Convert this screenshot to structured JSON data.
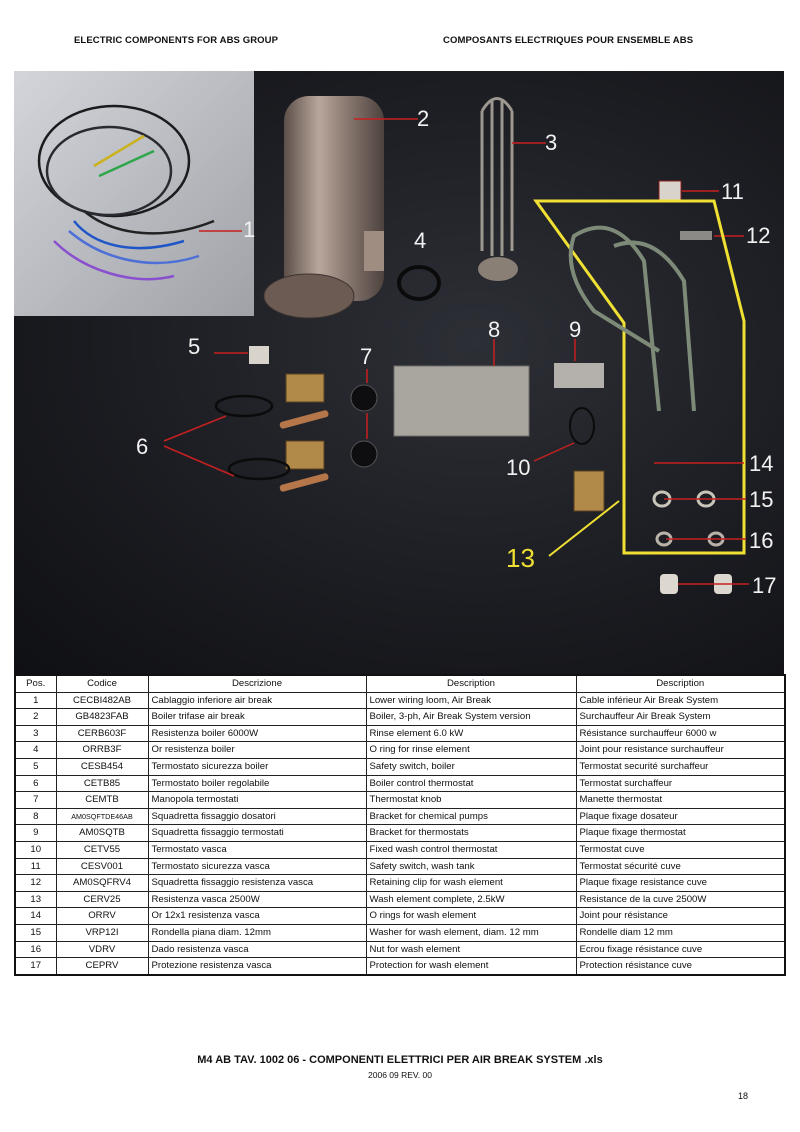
{
  "header": {
    "left": "ELECTRIC COMPONENTS FOR ABS GROUP",
    "right": "COMPOSANTS ELECTRIQUES POUR ENSEMBLE  ABS"
  },
  "callouts": [
    "1",
    "2",
    "3",
    "4",
    "5",
    "6",
    "7",
    "8",
    "9",
    "10",
    "11",
    "12",
    "13",
    "14",
    "15",
    "16",
    "17"
  ],
  "table": {
    "headers": [
      "Pos.",
      "Codice",
      "Descrizione",
      "Description",
      "Description"
    ],
    "rows": [
      {
        "pos": "1",
        "code": "CECBI482AB",
        "it": "Cablaggio inferiore air break",
        "en": "Lower wiring loom, Air Break",
        "fr": "Cable inférieur Air Break System"
      },
      {
        "pos": "2",
        "code": "GB4823FAB",
        "it": "Boiler trifase air break",
        "en": "Boiler, 3-ph, Air Break System version",
        "fr": "Surchauffeur Air Break System"
      },
      {
        "pos": "3",
        "code": "CERB603F",
        "it": "Resistenza boiler 6000W",
        "en": "Rinse element 6.0 kW",
        "fr": "Résistance surchauffeur 6000 w"
      },
      {
        "pos": "4",
        "code": "ORRB3F",
        "it": "Or resistenza boiler",
        "en": "O ring for rinse element",
        "fr": "Joint pour resistance surchauffeur"
      },
      {
        "pos": "5",
        "code": "CESB454",
        "it": "Termostato sicurezza boiler",
        "en": "Safety switch, boiler",
        "fr": "Termostat securité surchaffeur"
      },
      {
        "pos": "6",
        "code": "CETB85",
        "it": "Termostato boiler regolabile",
        "en": "Boiler control thermostat",
        "fr": "Termostat surchaffeur"
      },
      {
        "pos": "7",
        "code": "CEMTB",
        "it": "Manopola termostati",
        "en": "Thermostat knob",
        "fr": "Manette thermostat"
      },
      {
        "pos": "8",
        "code": "AM0SQFTDE46AB",
        "it": "Squadretta fissaggio dosatori",
        "en": "Bracket for chemical pumps",
        "fr": "Plaque fixage dosateur"
      },
      {
        "pos": "9",
        "code": "AM0SQTB",
        "it": "Squadretta fissaggio termostati",
        "en": "Bracket for thermostats",
        "fr": "Plaque fixage thermostat"
      },
      {
        "pos": "10",
        "code": "CETV55",
        "it": "Termostato vasca",
        "en": "Fixed wash control thermostat",
        "fr": "Termostat cuve"
      },
      {
        "pos": "11",
        "code": "CESV001",
        "it": "Termostato sicurezza vasca",
        "en": "Safety switch, wash tank",
        "fr": "Termostat sécurité cuve"
      },
      {
        "pos": "12",
        "code": "AM0SQFRV4",
        "it": "Squadretta fissaggio resistenza vasca",
        "en": "Retaining clip for wash element",
        "fr": "Plaque fixage resistance cuve"
      },
      {
        "pos": "13",
        "code": "CERV25",
        "it": "Resistenza vasca 2500W",
        "en": "Wash element complete, 2.5kW",
        "fr": "Resistance de la cuve 2500W"
      },
      {
        "pos": "14",
        "code": "ORRV",
        "it": "Or 12x1 resistenza vasca",
        "en": "O rings for wash element",
        "fr": "Joint pour résistance"
      },
      {
        "pos": "15",
        "code": "VRP12I",
        "it": "Rondella piana diam. 12mm",
        "en": "Washer for wash element, diam. 12 mm",
        "fr": "Rondelle diam 12 mm"
      },
      {
        "pos": "16",
        "code": "VDRV",
        "it": "Dado resistenza vasca",
        "en": "Nut for wash element",
        "fr": "Ecrou fixage résistance cuve"
      },
      {
        "pos": "17",
        "code": "CEPRV",
        "it": "Protezione resistenza vasca",
        "en": "Protection for wash element",
        "fr": "Protection résistance cuve"
      }
    ]
  },
  "footer": {
    "title": "M4 AB TAV. 1002 06 - COMPONENTI  ELETTRICI  PER AIR BREAK SYSTEM  .xls",
    "revision": "2006 09 REV. 00",
    "page": "18"
  }
}
